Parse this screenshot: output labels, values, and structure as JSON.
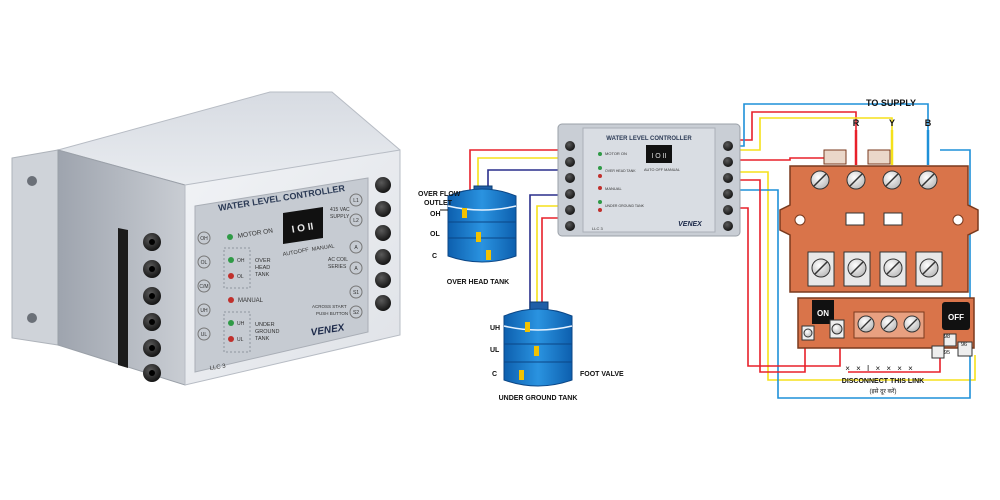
{
  "product": {
    "title": "WATER LEVEL CONTROLLER",
    "brand": "VENEX",
    "model": "LLC 3",
    "motor_on": "MOTOR ON",
    "overhead_tank_lines": [
      "OVER",
      "HEAD",
      "TANK"
    ],
    "underground_tank_lines": [
      "UNDER",
      "GROUND",
      "TANK"
    ],
    "manual": "MANUAL",
    "switch_modes": [
      "AUTO",
      "OFF",
      "MANUAL"
    ],
    "supply_lines": [
      "415 VAC",
      "SUPPLY"
    ],
    "coil_lines": [
      "AC COIL",
      "SERIES"
    ],
    "button_lines": [
      "ACROSS START",
      "PUSH BUTTON"
    ],
    "left_terminals": [
      "OH",
      "OL",
      "C/M",
      "UH",
      "UL"
    ],
    "right_terminals": [
      "L1",
      "L2",
      "A",
      "A",
      "S1",
      "S2"
    ],
    "led_labels": [
      "OH",
      "OL",
      "UH",
      "UL"
    ]
  },
  "diagram": {
    "to_supply": "TO SUPPLY",
    "phases": [
      "R",
      "Y",
      "B"
    ],
    "overflow_lines": [
      "OVER FLOW",
      "OUTLET"
    ],
    "overhead_probes": [
      "OH",
      "OL",
      "C"
    ],
    "overhead_tank_label": "OVER HEAD TANK",
    "underground_probes": [
      "UH",
      "UL",
      "C"
    ],
    "foot_valve": "FOOT VALVE",
    "underground_tank_label": "UNDER GROUND TANK",
    "on_label": "ON",
    "off_label": "OFF",
    "relay_pins": [
      "98",
      "95",
      "96"
    ],
    "link_marks": "× × I × × × ×",
    "disconnect_label": "DISCONNECT THIS LINK",
    "disconnect_hindi": "(इसे दूर करें)",
    "mini_panel": {
      "title": "WATER LEVEL CONTROLLER",
      "brand": "VENEX",
      "model": "LLC 3",
      "motor_on": "MOTOR ON",
      "tank_tag": "OVER HEAD TANK",
      "manual": "MANUAL",
      "ug_tag": "UNDER GROUND TANK",
      "modes": "AUTO OFF MANUAL"
    }
  },
  "colors": {
    "wire_red": "#e8202a",
    "wire_yellow": "#f5e11a",
    "wire_blue": "#1e90d8",
    "wire_navy": "#2a2f8c",
    "contactor": "#d9744a",
    "water": "#1778c9"
  }
}
